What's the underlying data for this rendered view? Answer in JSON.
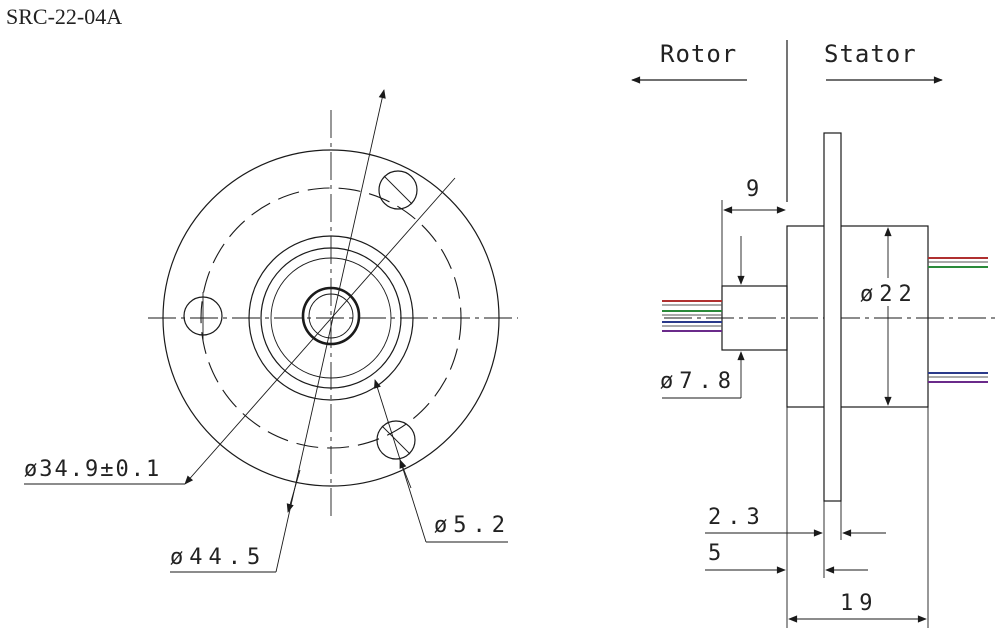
{
  "title": "SRC-22-04A",
  "directions": {
    "rotor": "Rotor",
    "stator": "Stator"
  },
  "dimensions": {
    "flange_bolt_circle": "ø34.9±0.1",
    "flange_outer_diameter": "ø44.5",
    "mount_hole": "ø5.2",
    "rotor_diameter": "ø7.8",
    "stator_diameter": "ø22",
    "rotor_length": "9",
    "flange_thickness": "2.3",
    "flange_offset": "5",
    "stator_length": "19"
  },
  "wire_colors": {
    "rotor": [
      "#b03030",
      "#2a3a8a",
      "#2a8a3a",
      "#6a2a8a"
    ],
    "stator_upper": [
      "#b03030",
      "#2a8a3a"
    ],
    "stator_lower": [
      "#2a3a8a",
      "#6a2a8a"
    ]
  }
}
